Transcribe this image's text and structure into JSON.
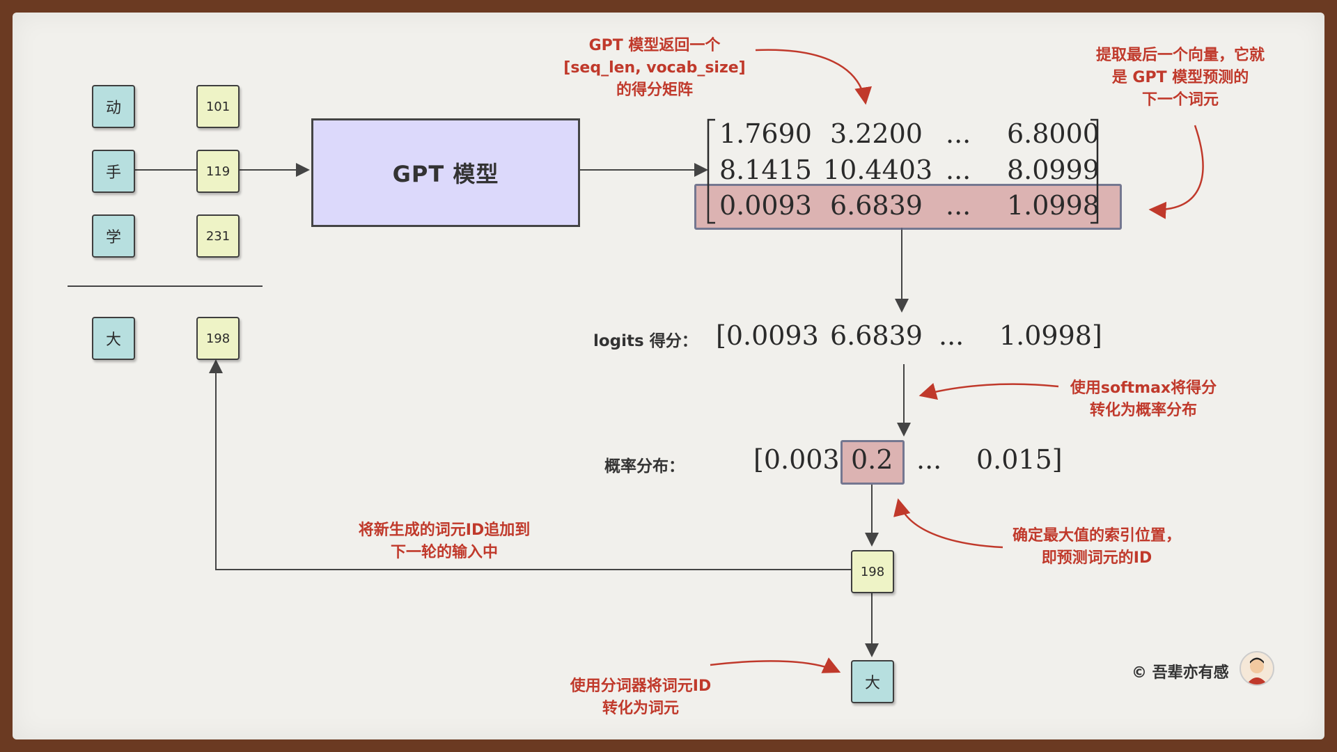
{
  "input_tokens": [
    {
      "text": "动",
      "id": "101"
    },
    {
      "text": "手",
      "id": "119"
    },
    {
      "text": "学",
      "id": "231"
    }
  ],
  "new_token": {
    "text": "大",
    "id": "198"
  },
  "model_label": "GPT 模型",
  "notes": {
    "score_matrix": [
      "GPT 模型返回一个",
      "[seq_len, vocab_size]",
      "的得分矩阵"
    ],
    "last_vector": [
      "提取最后一个向量，它就",
      "是 GPT 模型预测的",
      "下一个词元"
    ],
    "softmax": [
      "使用softmax将得分",
      "转化为概率分布"
    ],
    "argmax": [
      "确定最大值的索引位置，",
      "即预测词元的ID"
    ],
    "append": [
      "将新生成的词元ID追加到",
      "下一轮的输入中"
    ],
    "decode": [
      "使用分词器将词元ID",
      "转化为词元"
    ]
  },
  "matrix": [
    [
      "1.7690",
      "3.2200",
      "...",
      "6.8000"
    ],
    [
      "8.1415",
      "10.4403",
      "...",
      "8.0999"
    ],
    [
      "0.0093",
      "6.6839",
      "...",
      "1.0998"
    ]
  ],
  "logits": {
    "label": "logits 得分：",
    "values": [
      "[0.0093",
      "6.6839",
      "...",
      "1.0998]"
    ]
  },
  "probs": {
    "label": "概率分布：",
    "values": [
      "[0.003",
      "0.2",
      "...",
      "0.015]"
    ]
  },
  "predicted_id": "198",
  "predicted_token": "大",
  "credit": "© 吾辈亦有感",
  "colors": {
    "note": "#c0392b",
    "token_blue": "#b7dfdf",
    "token_green": "#eef3c6",
    "model": "#dcd9fb",
    "highlight": "#d9a9a9"
  }
}
